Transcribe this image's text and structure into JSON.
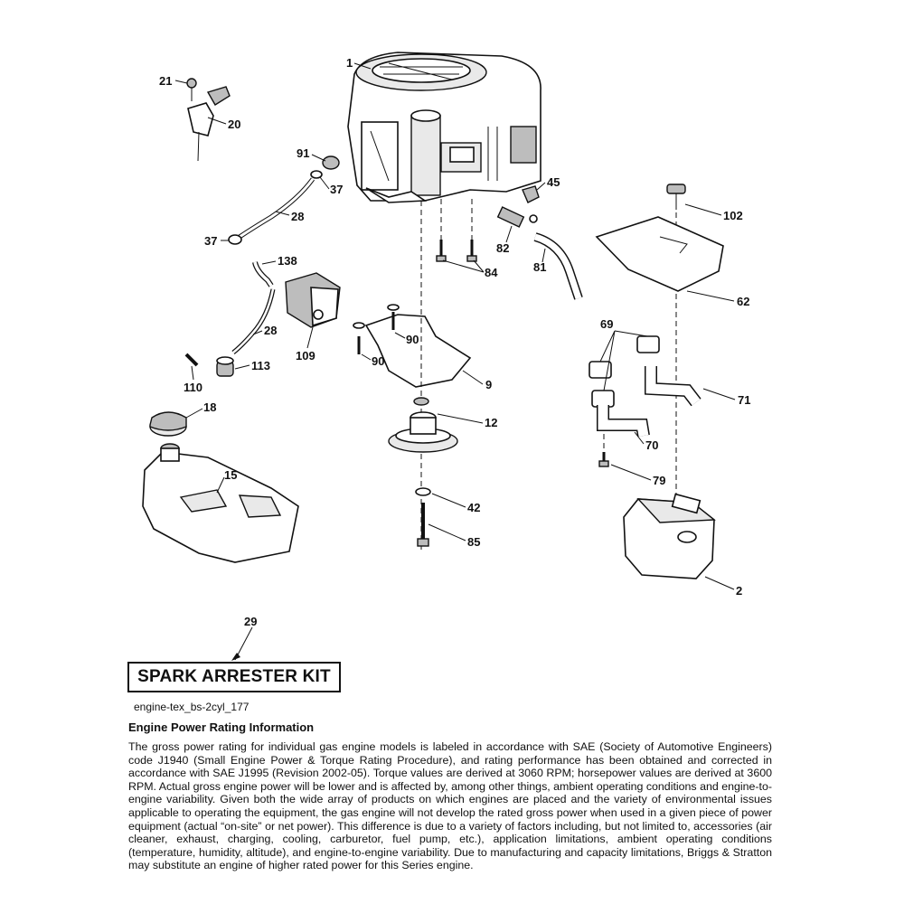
{
  "callouts": {
    "c1": "1",
    "c21": "21",
    "c20": "20",
    "c91": "91",
    "c37a": "37",
    "c28a": "28",
    "c37b": "37",
    "c45": "45",
    "c102": "102",
    "c82": "82",
    "c84": "84",
    "c81": "81",
    "c62": "62",
    "c138": "138",
    "c109": "109",
    "c28b": "28",
    "c90a": "90",
    "c90b": "90",
    "c110": "110",
    "c113": "113",
    "c9": "9",
    "c69": "69",
    "c71": "71",
    "c18": "18",
    "c12": "12",
    "c70": "70",
    "c15": "15",
    "c79": "79",
    "c42": "42",
    "c85": "85",
    "c2": "2"
  },
  "kit": {
    "number": "29",
    "label": "SPARK ARRESTER KIT"
  },
  "file_id": "engine-tex_bs-2cyl_177",
  "info": {
    "title": "Engine Power Rating Information",
    "body": "The gross power rating for individual gas engine models is labeled in accordance with SAE (Society of Automotive Engineers) code J1940 (Small Engine Power & Torque Rating Procedure), and rating performance has been obtained and corrected in accordance with SAE J1995 (Revision 2002-05). Torque values are derived at 3060 RPM; horsepower values are derived at 3600 RPM. Actual gross engine power will be lower and is affected by, among other things, ambient operating conditions and engine-to-engine variability. Given both the wide array of products on which engines are placed and the variety of environmental issues applicable to operating the equipment, the gas engine will not develop the rated gross power when used in a given piece of power equipment (actual “on-site” or net power). This difference is due to a variety of factors including, but not limited to, accessories (air cleaner, exhaust, charging, cooling, carburetor, fuel pump, etc.), application limitations, ambient operating conditions (temperature, humidity, altitude), and engine-to-engine variability. Due to manufacturing and capacity limitations, Briggs & Stratton may substitute an engine of higher rated power for this Series engine."
  }
}
